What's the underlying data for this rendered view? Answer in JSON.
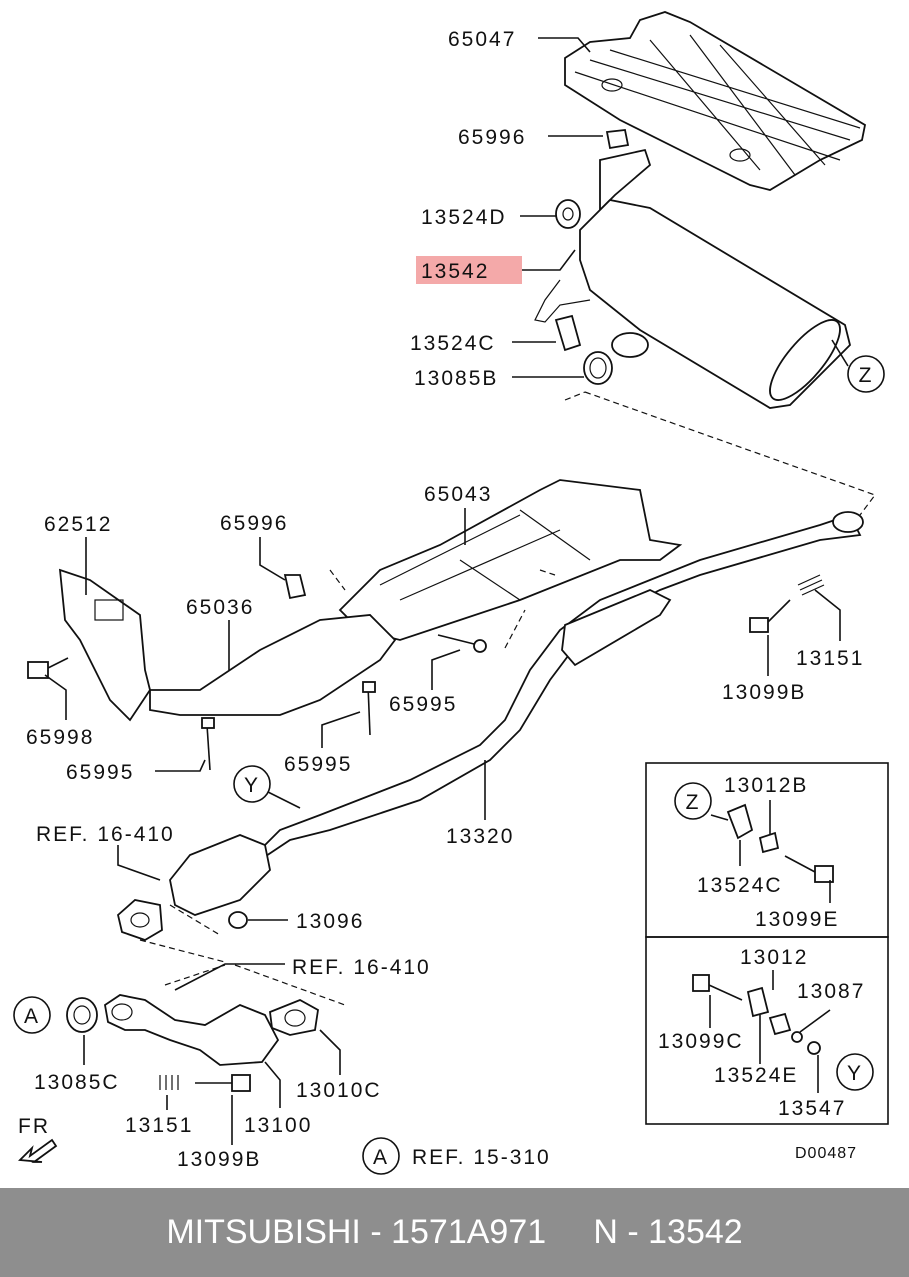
{
  "labels": {
    "l65047": "65047",
    "l65996a": "65996",
    "l13524D": "13524D",
    "l13542": "13542",
    "l13524C": "13524C",
    "l13085B": "13085B",
    "l65043": "65043",
    "l62512": "62512",
    "l65996b": "65996",
    "l65036": "65036",
    "l65998": "65998",
    "l65995a": "65995",
    "l65995b": "65995",
    "l65995c": "65995",
    "l13151a": "13151",
    "l13099B": "13099B",
    "l13320": "13320",
    "lRef1": "REF. 16-410",
    "l13096": "13096",
    "lRef2": "REF. 16-410",
    "l13085C": "13085C",
    "l13010C": "13010C",
    "l13151b": "13151",
    "l13100": "13100",
    "l13099Bb": "13099B",
    "lRef3": "REF. 15-310",
    "lFR": "FR",
    "lD": "D00487",
    "l13012B": "13012B",
    "l13524C2": "13524C",
    "l13099E": "13099E",
    "l13012": "13012",
    "l13087": "13087",
    "l13099C": "13099C",
    "l13524E": "13524E",
    "l13547": "13547"
  },
  "callouts": {
    "Z1": "Z",
    "Z2": "Z",
    "Y1": "Y",
    "Y2": "Y",
    "A1": "A",
    "A2": "A"
  },
  "highlight_color": "#f4a9a9",
  "footer": {
    "text": "MITSUBISHI - 1571A971     N - 13542"
  }
}
